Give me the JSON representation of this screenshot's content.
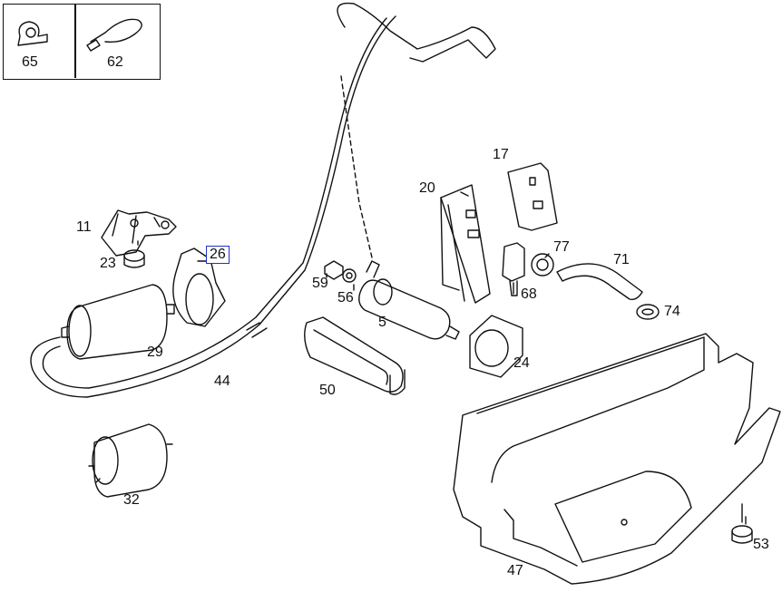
{
  "labels": {
    "p65": "65",
    "p62": "62",
    "p11": "11",
    "p23": "23",
    "p26": "26",
    "p29": "29",
    "p44": "44",
    "p32": "32",
    "p59": "59",
    "p56": "56",
    "p5": "5",
    "p50": "50",
    "p20": "20",
    "p17": "17",
    "p77": "77",
    "p71": "71",
    "p68": "68",
    "p74": "74",
    "p24": "24",
    "p53": "53",
    "p47": "47"
  },
  "selected_label": "26",
  "colors": {
    "line": "#111111",
    "highlight": "#2030c8"
  }
}
